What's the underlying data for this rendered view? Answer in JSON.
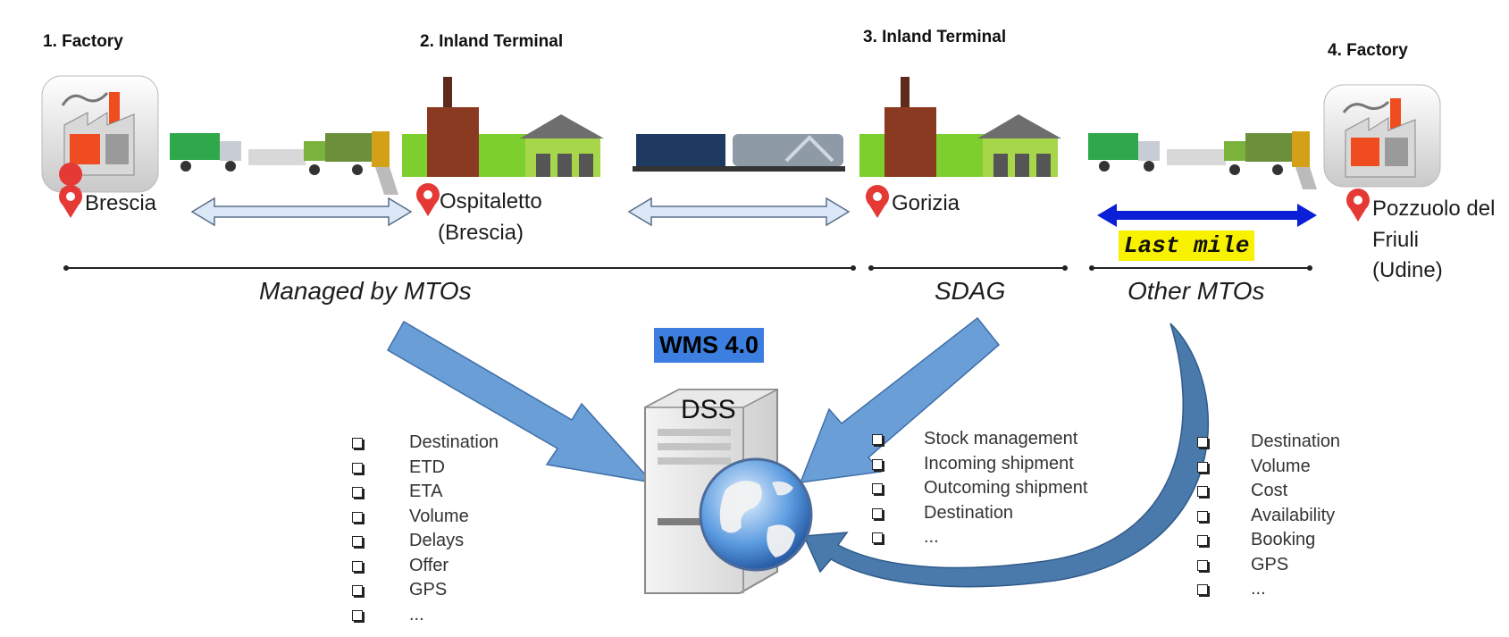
{
  "stages": [
    {
      "title": "1. Factory",
      "location": "Brescia"
    },
    {
      "title": "2. Inland Terminal",
      "location": "Ospitaletto",
      "location_sub": "(Brescia)"
    },
    {
      "title": "3. Inland Terminal",
      "location": "Gorizia"
    },
    {
      "title": "4. Factory",
      "location": "Pozzuolo del",
      "location_sub": "Friuli",
      "location_sub2": "(Udine)"
    }
  ],
  "segments": {
    "managed": "Managed by MTOs",
    "sdag": "SDAG",
    "other": "Other MTOs",
    "last_mile": "Last mile"
  },
  "wms_label": "WMS 4.0",
  "dss_label": "DSS",
  "lists": {
    "left": [
      "Destination",
      "ETD",
      "ETA",
      "Volume",
      "Delays",
      "Offer",
      "GPS",
      "..."
    ],
    "middle": [
      "Stock management",
      "Incoming shipment",
      "Outcoming shipment",
      "Destination",
      "..."
    ],
    "right": [
      "Destination",
      "Volume",
      "Cost",
      "Availability",
      "Booking",
      "GPS",
      "..."
    ]
  },
  "colors": {
    "arrow_blue": "#6a9ed6",
    "arrow_dark": "#4a7aab",
    "pin_red": "#e53935",
    "last_mile_arrow": "#0a1fd6",
    "wms_bg": "#3c7fe0",
    "last_mile_bg": "#f8f200"
  }
}
